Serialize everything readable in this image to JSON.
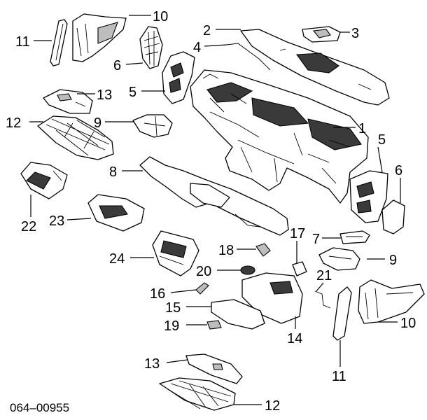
{
  "diagram": {
    "reference_number": "064–00955",
    "callouts": {
      "c1": "1",
      "c2": "2",
      "c3": "3",
      "c4": "4",
      "c5a": "5",
      "c5b": "5",
      "c6a": "6",
      "c6b": "6",
      "c7": "7",
      "c8": "8",
      "c9a": "9",
      "c9b": "9",
      "c10a": "10",
      "c10b": "10",
      "c11a": "11",
      "c11b": "11",
      "c12a": "12",
      "c12b": "12",
      "c13a": "13",
      "c13b": "13",
      "c14": "14",
      "c15": "15",
      "c16": "16",
      "c17": "17",
      "c18": "18",
      "c19": "19",
      "c20": "20",
      "c21": "21",
      "c22": "22",
      "c23": "23",
      "c24": "24"
    }
  },
  "colors": {
    "line": "#000000",
    "background": "#ffffff",
    "shade": "#3a3a3a",
    "mid": "#bdbdbd"
  }
}
